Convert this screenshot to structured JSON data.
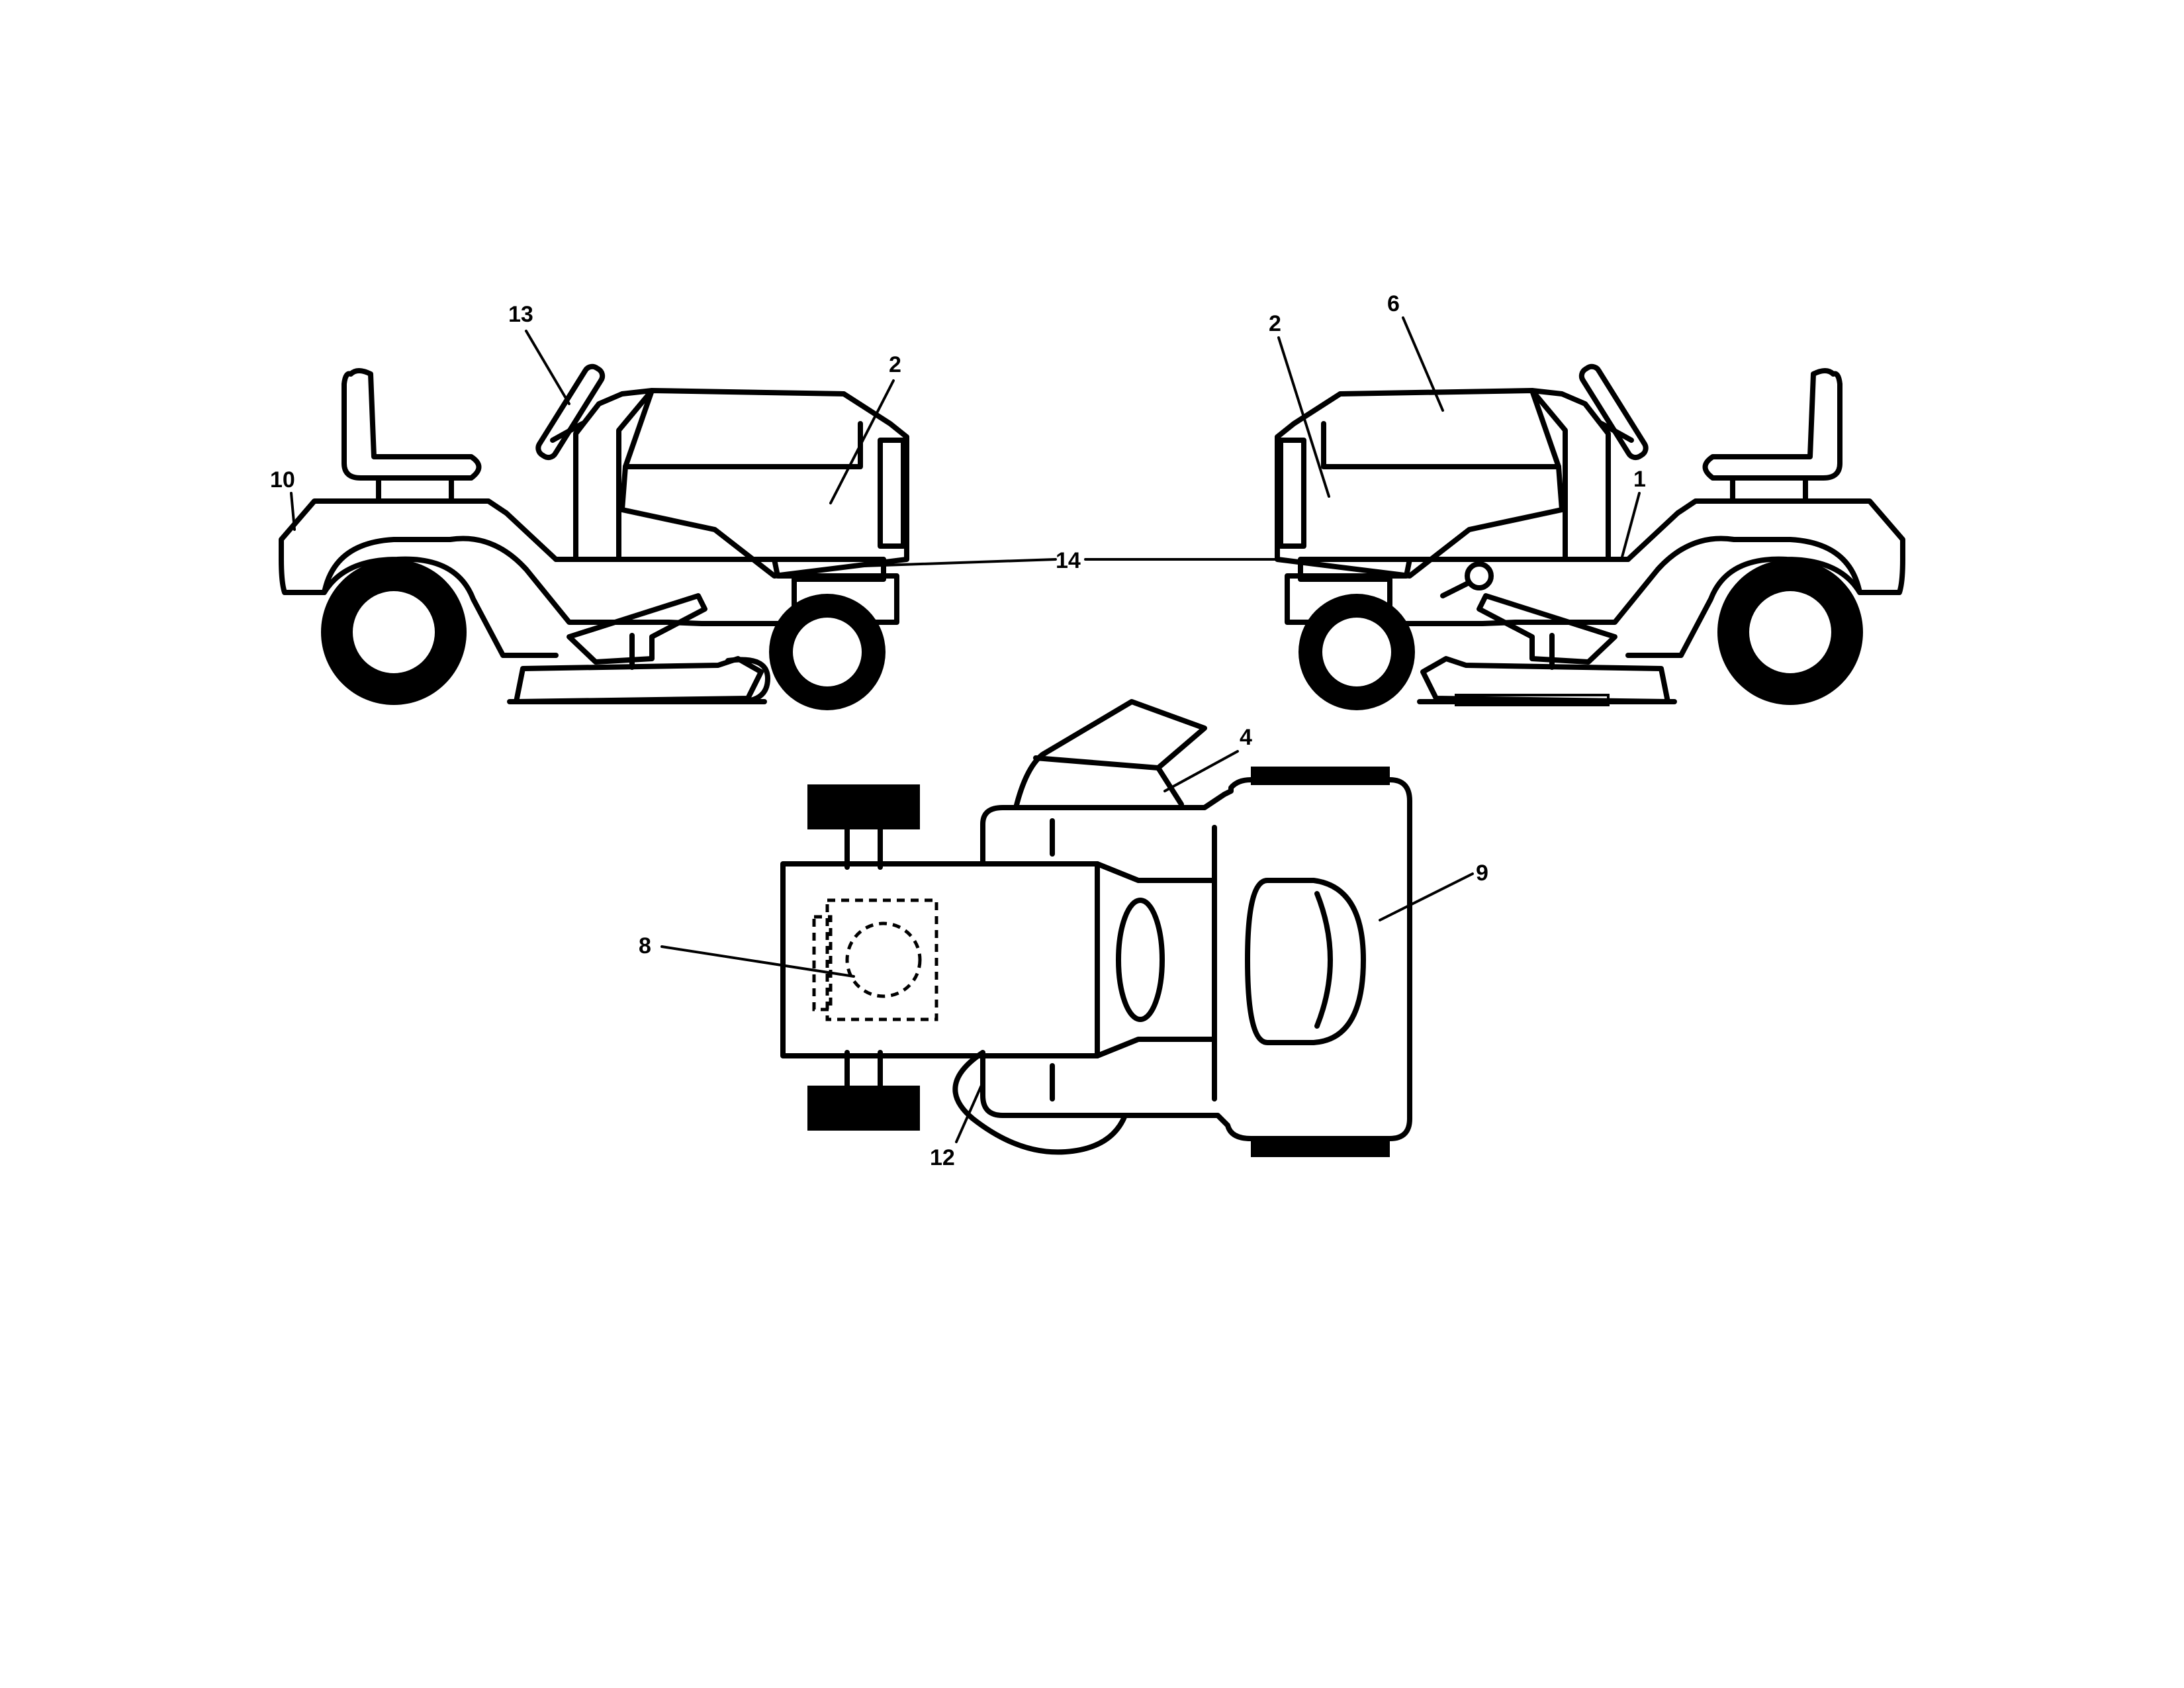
{
  "callouts": {
    "c13": "13",
    "c10": "10",
    "c2_left": "2",
    "c14": "14",
    "c2_right": "2",
    "c6": "6",
    "c1": "1",
    "c4": "4",
    "c9": "9",
    "c8": "8",
    "c12": "12"
  }
}
